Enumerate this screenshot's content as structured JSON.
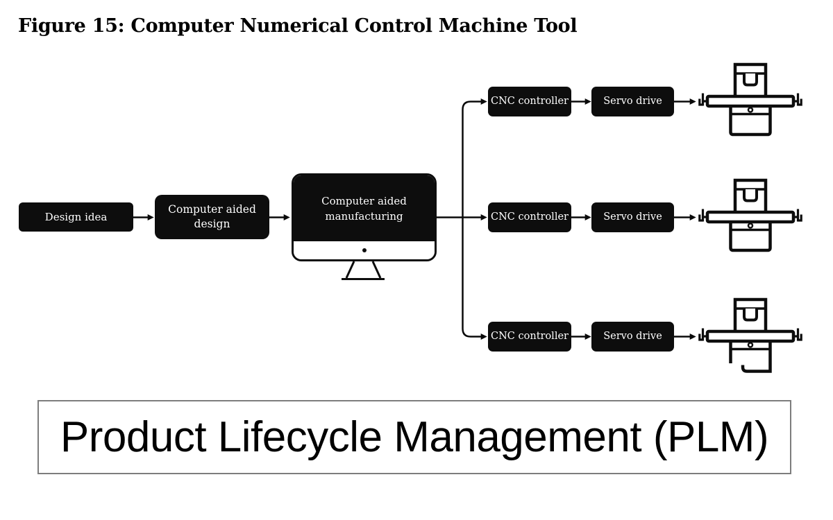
{
  "figure": {
    "title": "Figure 15: Computer Numerical Control Machine Tool"
  },
  "diagram": {
    "design_box": {
      "label": "Design idea"
    },
    "cad_box": {
      "line1": "Computer aided",
      "line2": "design"
    },
    "cam_monitor": {
      "line1": "Computer aided",
      "line2": "manufacturing"
    },
    "rows": [
      {
        "controller_label": "CNC controller",
        "drive_label": "Servo drive",
        "machine_icon": "milling-machine"
      },
      {
        "controller_label": "CNC controller",
        "drive_label": "Servo drive",
        "machine_icon": "milling-machine"
      },
      {
        "controller_label": "CNC controller",
        "drive_label": "Servo drive",
        "machine_icon": "milling-machine-open-base"
      }
    ]
  },
  "plm_box": {
    "label": "Product Lifecycle Management (PLM)"
  },
  "icons": {
    "monitor": "computer-monitor-icon",
    "machine": "milling-machine-icon"
  },
  "colors": {
    "node_fill": "#0d0d0d",
    "node_text": "#ffffff",
    "connector": "#0a0a0a",
    "plm_border": "#7d7d7d",
    "title_text": "#000000",
    "background": "#ffffff"
  }
}
